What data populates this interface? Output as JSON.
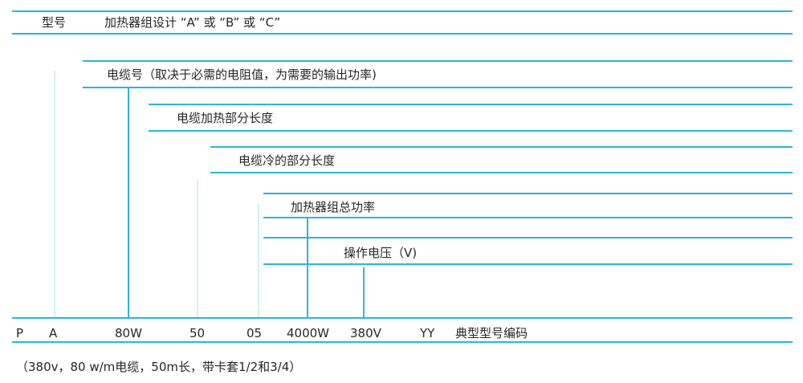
{
  "header": {
    "model_label": "型号",
    "design_text": "加热器组设计 “A” 或 “B” 或 “C”"
  },
  "fields": [
    {
      "label": "电缆号（取决于必需的电阻值，为需要的输出功率)"
    },
    {
      "label": "电缆加热部分长度"
    },
    {
      "label": "电缆冷的部分长度"
    },
    {
      "label": "加热器组总功率"
    },
    {
      "label": "操作电压（V)"
    }
  ],
  "code_row": {
    "segments": [
      "P",
      "A",
      "80W",
      "50",
      "05",
      "4000W",
      "380V",
      "YY"
    ],
    "caption": "典型型号编码"
  },
  "example_note": "（380v，80 w/m电缆，50m长，带卡套1/2和3/4）",
  "colors": {
    "line": "#2bb5dc",
    "pale_line": "#d4eef8",
    "text": "#262626"
  }
}
